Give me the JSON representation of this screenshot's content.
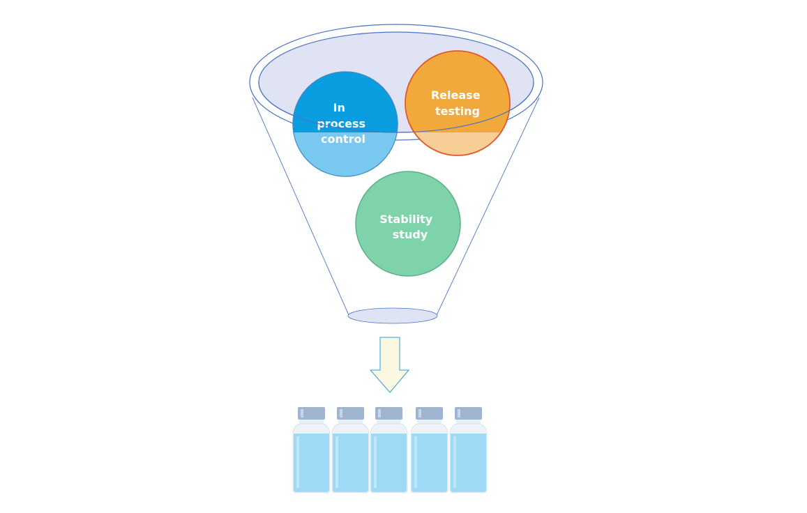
{
  "labels": {
    "in_process": [
      "In",
      "process",
      "control"
    ],
    "release": [
      "Release",
      "testing"
    ],
    "stability": [
      "Stability",
      "study"
    ]
  },
  "colors": {
    "funnel_stroke": "#4a72c4",
    "funnel_fill": "#dfe3f3",
    "in_process_fill": "#0a9ee0",
    "in_process_lower": "#79c8ef",
    "release_fill": "#f2a93b",
    "release_lower": "#f6ce96",
    "release_stroke": "#e4572e",
    "stability_fill": "#7ed3ab",
    "stability_stroke": "#5fae87",
    "arrow_fill": "#fbf8e2",
    "arrow_stroke": "#2b9fd8",
    "vial_liquid": "#9ed9f5",
    "vial_cap": "#9fb4cf"
  },
  "vials": 5
}
